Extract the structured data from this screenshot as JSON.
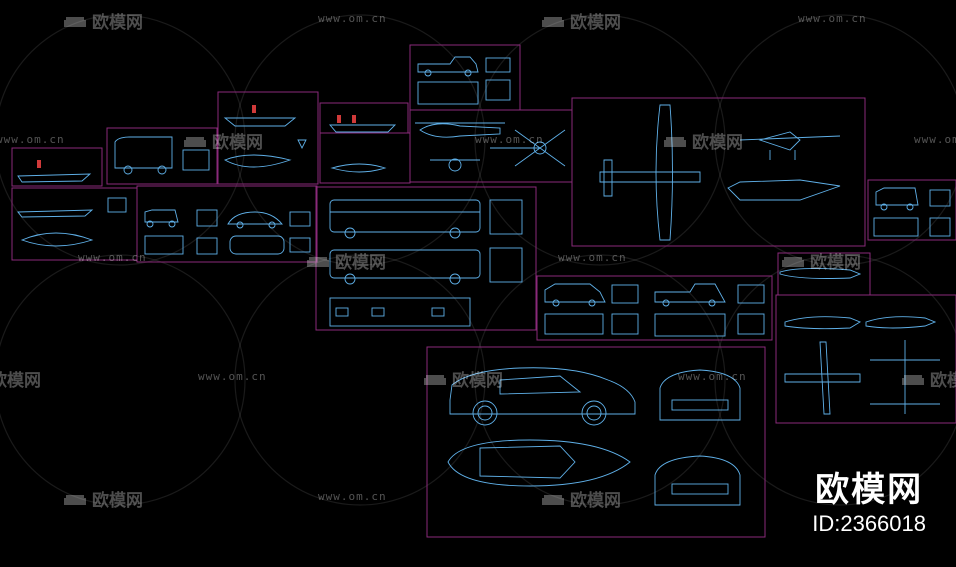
{
  "watermark": {
    "logo_text": "欧模网",
    "site_text": "www.om.cn"
  },
  "brand": {
    "name": "欧模网",
    "id": "ID:2366018"
  },
  "colors": {
    "background": "#000000",
    "frame": "#8a2a7a",
    "linework": "#5fb0e8",
    "figure": "#d03a3a",
    "watermark": "rgba(255,255,255,0.30)"
  }
}
